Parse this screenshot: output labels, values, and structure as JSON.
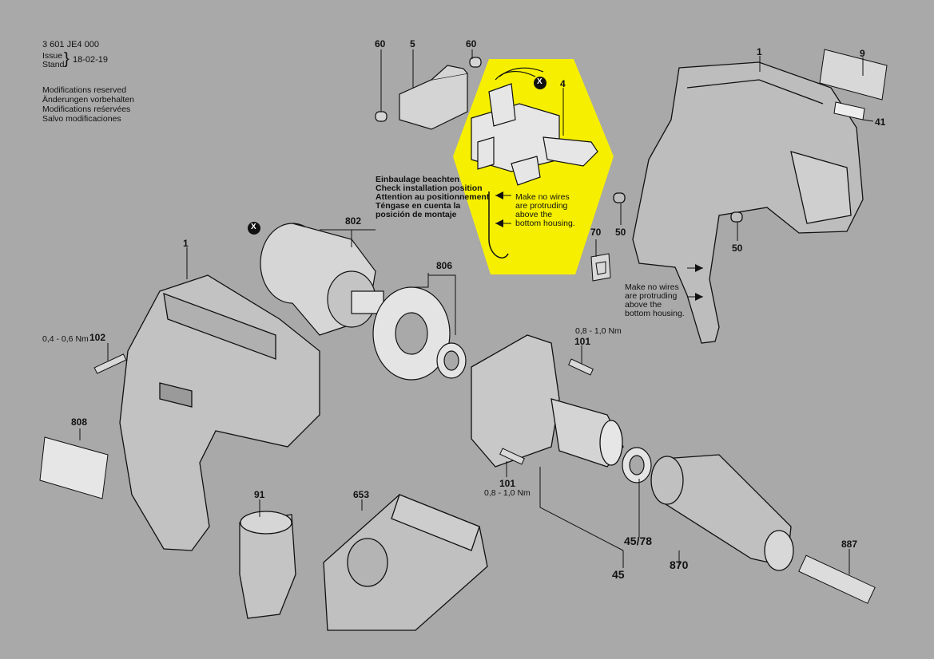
{
  "header": {
    "code": "3 601 JE4 000",
    "issue_label_1": "Issue",
    "issue_label_2": "Stand",
    "issue_date": "18-02-19",
    "modifications": [
      "Modifications reserved",
      "Änderungen vorbehalten",
      "Modifications reśervées",
      "Salvo modificaciones"
    ]
  },
  "install_note": [
    "Einbaulage beachten",
    "Check installation position",
    "Attention au positionnement",
    "Téngase en cuenta la",
    "posición de montaje"
  ],
  "wire_note_1": [
    "Make no wires",
    "are protruding",
    "above the",
    "bottom housing."
  ],
  "wire_note_2": [
    "Make no wires",
    "are protruding",
    "above the",
    "bottom housing."
  ],
  "marker_x": "X",
  "labels": {
    "p60a": "60",
    "p5": "5",
    "p60b": "60",
    "p4": "4",
    "p1_top": "1",
    "p9": "9",
    "p41": "41",
    "p50a": "50",
    "p50b": "50",
    "p70": "70",
    "p802": "802",
    "p806": "806",
    "p1_left": "1",
    "p102": "102",
    "torque_102": "0,4 - 0,6 Nm",
    "p101a": "101",
    "torque_101a": "0,8 - 1,0 Nm",
    "p101b": "101",
    "torque_101b": "0,8 - 1,0 Nm",
    "p808": "808",
    "p91": "91",
    "p653": "653",
    "p45_78": "45/78",
    "p870": "870",
    "p45": "45",
    "p887": "887"
  },
  "colors": {
    "background": "#a9a9a9",
    "highlight": "#f6f000",
    "line": "#111111"
  }
}
